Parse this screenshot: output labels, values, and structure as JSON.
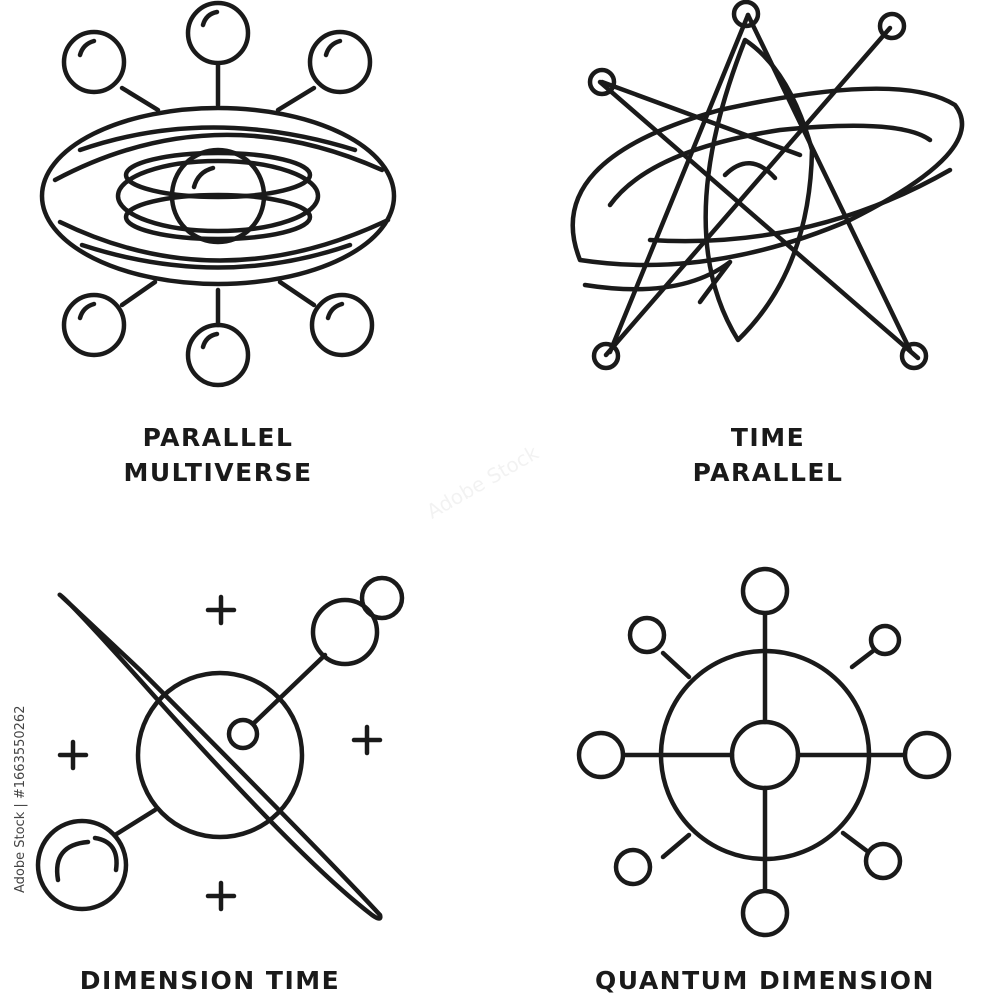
{
  "icons": [
    {
      "id": "parallel-multiverse",
      "line1": "PARALLEL",
      "line2": "MULTIVERSE",
      "icon": "multiverse-eye-icon"
    },
    {
      "id": "time-parallel",
      "line1": "TIME",
      "line2": "PARALLEL",
      "icon": "orbit-atom-icon"
    },
    {
      "id": "dimension-time",
      "line1": "DIMENSION TIME",
      "icon": "planet-orbit-icon"
    },
    {
      "id": "quantum-dimension",
      "line1": "QUANTUM DIMENSION",
      "icon": "quantum-network-icon"
    }
  ],
  "stock_id": "Adobe Stock | #1663550262",
  "watermark": "Adobe Stock",
  "colors": {
    "stroke": "#1a1a1a",
    "background": "#ffffff"
  }
}
